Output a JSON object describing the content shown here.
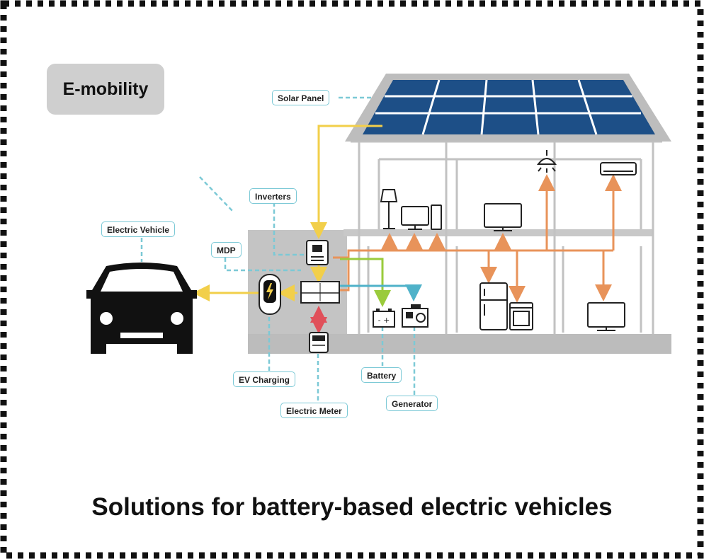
{
  "badge": "E-mobility",
  "caption": "Solutions for battery-based electric vehicles",
  "labels": {
    "solar_panel": "Solar Panel",
    "inverters": "Inverters",
    "electric_vehicle": "Electric Vehicle",
    "mdp": "MDP",
    "ev_charging": "EV Charging",
    "electric_meter": "Electric Meter",
    "battery": "Battery",
    "generator": "Generator"
  },
  "colors": {
    "solar_flow": "#f2cf4a",
    "load_flow": "#e8935a",
    "battery_flow": "#9acb3c",
    "generator_flow": "#4fb2c9",
    "meter_flow": "#e0505a",
    "leader": "#7cc9d6",
    "panel": "#1d4f87",
    "building": "#bfbfbf"
  }
}
